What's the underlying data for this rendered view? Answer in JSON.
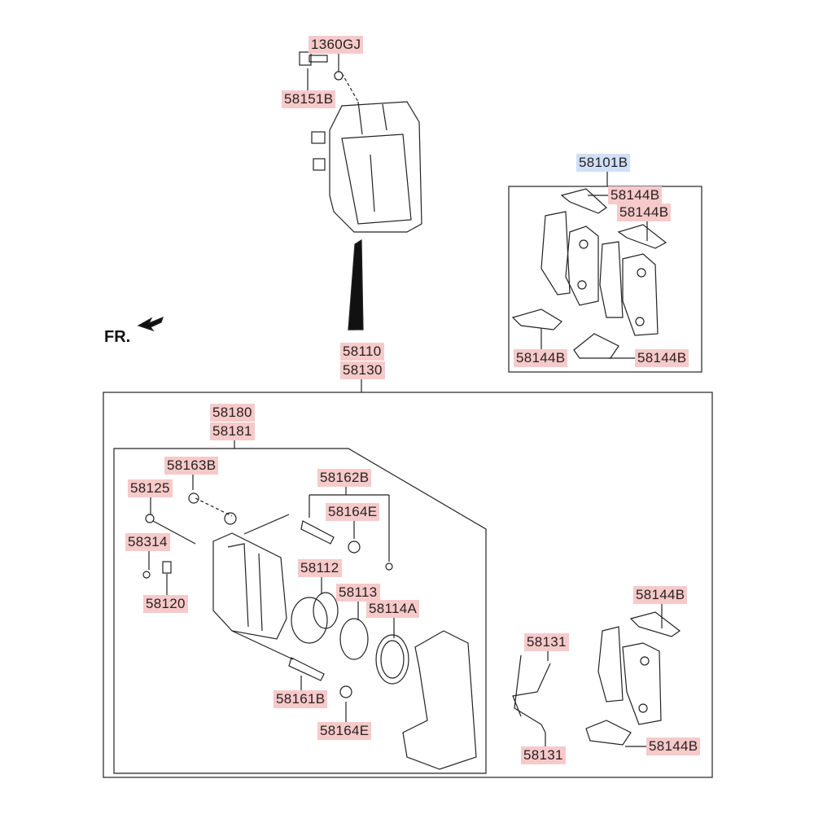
{
  "direction_marker": "FR.",
  "labels": {
    "washer": "1360GJ",
    "bolt_top": "58151B",
    "pad_kit": "58101B",
    "shim_1": "58144B",
    "shim_2": "58144B",
    "shim_3": "58144B",
    "shim_4": "58144B",
    "caliper_lh": "58110",
    "caliper_rh": "58130",
    "housing_lh": "58180",
    "housing_rh": "58181",
    "bolt_guide": "58163B",
    "bleeder_cap": "58125",
    "guide_rod_kit": "58162B",
    "boot_upper": "58164E",
    "cap": "58314",
    "piston": "58112",
    "piston_seal": "58113",
    "piston_boot": "58114A",
    "bleeder_screw": "58120",
    "spring_upper": "58131",
    "spring_lower": "58131",
    "shim_5": "58144B",
    "shim_6": "58144B",
    "guide_rod_lower": "58161B",
    "boot_lower": "58164E"
  },
  "colors": {
    "label_bg": "#f6caca",
    "highlight_bg": "#cfe0f7",
    "line": "#222222"
  }
}
